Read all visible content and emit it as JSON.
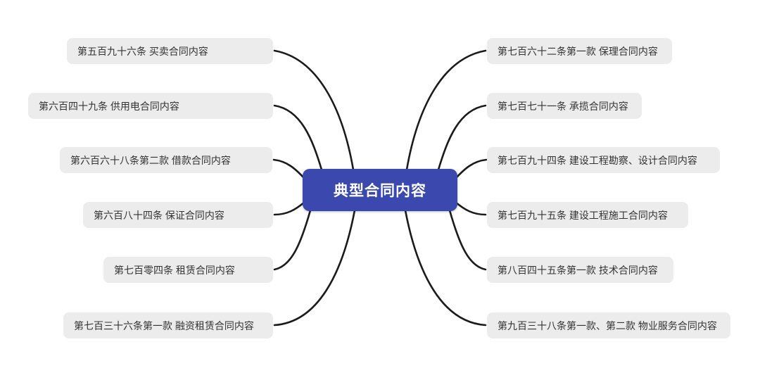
{
  "central": {
    "label": "典型合同内容"
  },
  "left_nodes": [
    {
      "label": "第五百九十六条 买卖合同内容"
    },
    {
      "label": "第六百四十九条 供用电合同内容"
    },
    {
      "label": "第六百六十八条第二款 借款合同内容"
    },
    {
      "label": "第六百八十四条 保证合同内容"
    },
    {
      "label": "第七百零四条 租赁合同内容"
    },
    {
      "label": "第七百三十六条第一款 融资租赁合同内容"
    }
  ],
  "right_nodes": [
    {
      "label": "第七百六十二条第一款 保理合同内容"
    },
    {
      "label": "第七百七十一条 承揽合同内容"
    },
    {
      "label": "第七百九十四条 建设工程勘察、设计合同内容"
    },
    {
      "label": "第七百九十五条 建设工程施工合同内容"
    },
    {
      "label": "第八百四十五条第一款 技术合同内容"
    },
    {
      "label": "第九百三十八条第一款、第二款 物业服务合同内容"
    }
  ],
  "colors": {
    "central_bg": "#3b49ae",
    "central_text": "#ffffff",
    "node_bg": "#ececec",
    "node_text": "#333333",
    "branch_line": "#1b1b1b"
  }
}
